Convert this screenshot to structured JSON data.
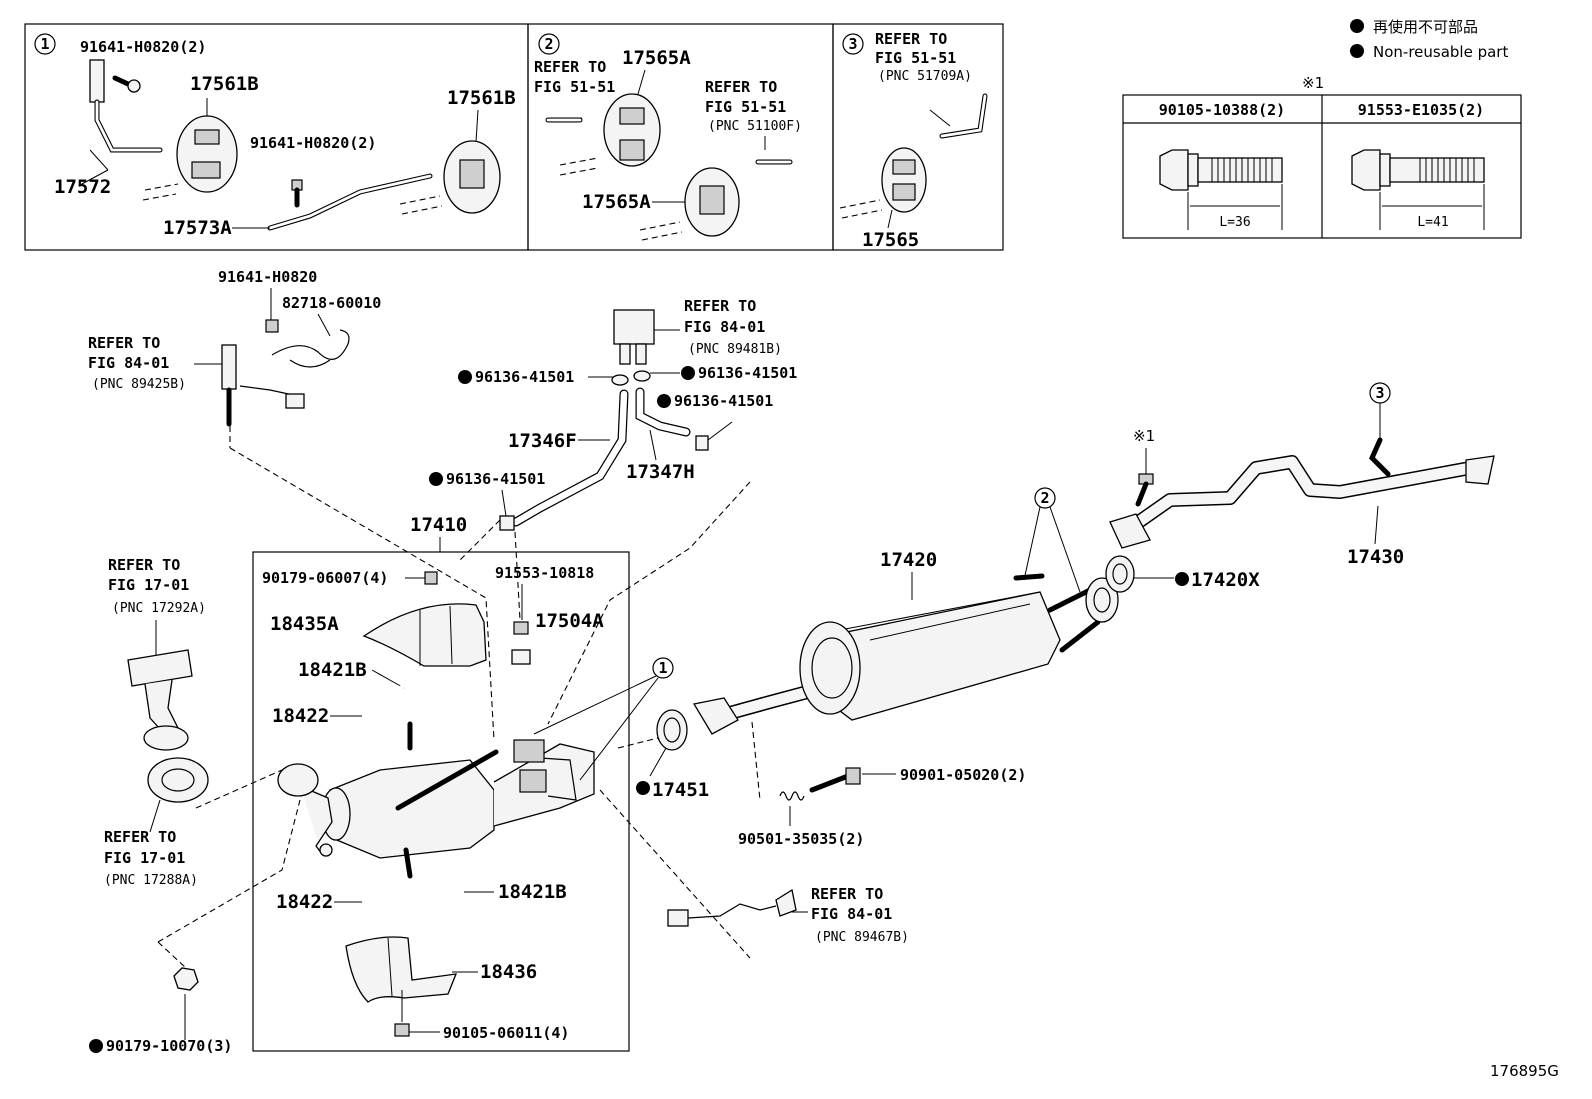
{
  "callouts": {
    "c1": "1",
    "c2": "2",
    "c3": "3",
    "c2_main": "2",
    "c1_main": "1",
    "c3_main": "3"
  },
  "legend": {
    "line1": "再使用不可部品",
    "line2": "Non-reusable part",
    "ref_mark": "※1"
  },
  "bolt_table": {
    "mark": "※1",
    "col1_header": "90105-10388(2)",
    "col2_header": "91553-E1035(2)",
    "col1_length": "L=36",
    "col2_length": "L=41"
  },
  "box1": {
    "p_bolt_top": "91641-H0820(2)",
    "p_17561b_a": "17561B",
    "p_17561b_b": "17561B",
    "p_bolt_mid": "91641-H0820(2)",
    "p_17572": "17572",
    "p_17573a": "17573A"
  },
  "box2": {
    "ref_a1": "REFER TO",
    "ref_a2": "FIG 51-51",
    "p_17565a_top": "17565A",
    "ref_b1": "REFER TO",
    "ref_b2": "FIG 51-51",
    "ref_b3": "(PNC 51100F)",
    "p_17565a_bot": "17565A"
  },
  "box3": {
    "ref1": "REFER TO",
    "ref2": "FIG 51-51",
    "ref3": "(PNC 51709A)",
    "p_17565": "17565"
  },
  "upper_left": {
    "p_91641": "91641-H0820",
    "p_82718": "82718-60010",
    "ref1": "REFER TO",
    "ref2": "FIG 84-01",
    "ref3": "(PNC 89425B)"
  },
  "upper_mid": {
    "ref1": "REFER TO",
    "ref2": "FIG 84-01",
    "ref3": "(PNC 89481B)",
    "clip_a": "96136-41501",
    "clip_b": "96136-41501",
    "clip_c": "96136-41501",
    "clip_d": "96136-41501",
    "p_17346f": "17346F",
    "p_17347h": "17347H",
    "p_17410": "17410"
  },
  "left_refs": {
    "r1_1": "REFER TO",
    "r1_2": "FIG 17-01",
    "r1_3": "(PNC 17292A)",
    "r2_1": "REFER TO",
    "r2_2": "FIG 17-01",
    "r2_3": "(PNC 17288A)",
    "p_90179_10070": "90179-10070(3)"
  },
  "assembly": {
    "p_90179_06007": "90179-06007(4)",
    "p_91553_10818": "91553-10818",
    "p_18435a": "18435A",
    "p_17504a": "17504A",
    "p_18421b_top": "18421B",
    "p_18422_top": "18422",
    "p_18422_bot": "18422",
    "p_18421b_bot": "18421B",
    "p_18436": "18436",
    "p_90105_06011": "90105-06011(4)"
  },
  "main": {
    "p_17451": "17451",
    "p_17420": "17420",
    "p_17420x": "17420X",
    "p_17430": "17430",
    "ref_mark": "※1",
    "p_90901": "90901-05020(2)",
    "p_90501": "90501-35035(2)",
    "ref1": "REFER TO",
    "ref2": "FIG 84-01",
    "ref3": "(PNC 89467B)"
  },
  "footer": {
    "diagram_id": "176895G"
  }
}
